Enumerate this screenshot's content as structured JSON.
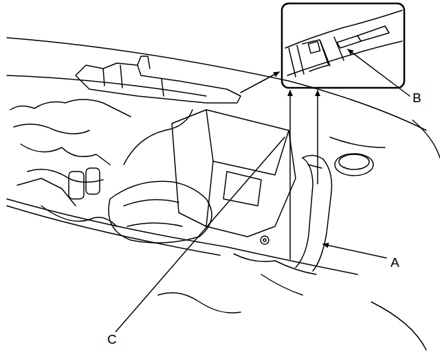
{
  "diagram": {
    "labels": [
      "B",
      "A",
      "C"
    ]
  }
}
